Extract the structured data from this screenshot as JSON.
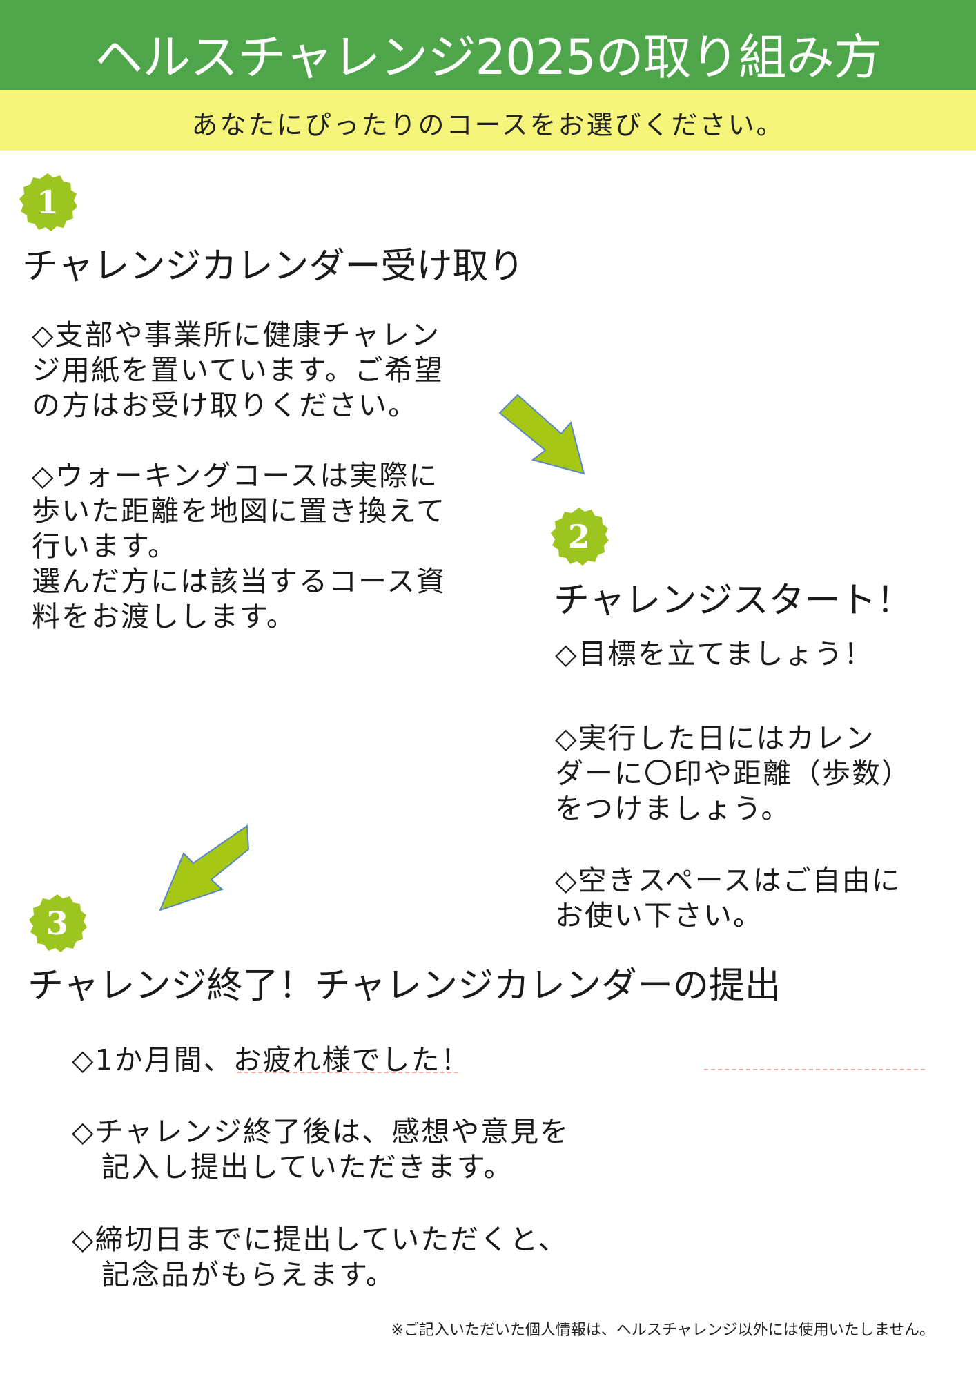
{
  "header": {
    "title": "ヘルスチャレンジ2025の取り組み方",
    "subtitle": "あなたにぴったりのコースをお選びください。"
  },
  "steps": [
    {
      "number": "1",
      "heading": "チャレンジカレンダー受け取り",
      "paragraphs": [
        [
          "◇支部や事業所に健康チャレン",
          "ジ用紙を置いています。ご希望",
          "の方はお受け取りください。"
        ],
        [
          "◇ウォーキングコースは実際に",
          "歩いた距離を地図に置き換えて",
          "行います。",
          "選んだ方には該当するコース資",
          "料をお渡しします。"
        ]
      ]
    },
    {
      "number": "2",
      "heading": "チャレンジスタート！",
      "paragraphs": [
        [
          "◇目標を立てましょう！"
        ],
        [
          "◇実行した日にはカレン",
          "ダーに〇印や距離（歩数）",
          "をつけましょう。"
        ],
        [
          "◇空きスペースはご自由に",
          "お使い下さい。"
        ]
      ]
    },
    {
      "number": "3",
      "heading": "チャレンジ終了！チャレンジカレンダーの提出",
      "paragraphs": [
        [
          "◇1か月間、お疲れ様でした！"
        ],
        [
          "◇チャレンジ終了後は、感想や意見を",
          "　記入し提出していただきます。"
        ],
        [
          "◇締切日までに提出していただくと、",
          "　記念品がもらえます。"
        ]
      ]
    }
  ],
  "footnote": "※ご記入いただいた個人情報は、ヘルスチャレンジ以外には使用いたしません。",
  "colors": {
    "header_green": "#4fa54a",
    "header_yellow": "#f6f57b",
    "badge_green": "#9dc51f",
    "arrow_green": "#a6c814",
    "arrow_outline": "#5b86c9"
  }
}
